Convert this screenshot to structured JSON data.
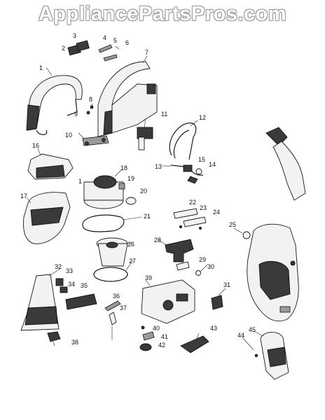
{
  "watermark": "AppliancePartsPros.com",
  "callouts": [
    {
      "label": "1"
    },
    {
      "label": "2"
    },
    {
      "label": "3"
    },
    {
      "label": "4"
    },
    {
      "label": "5"
    },
    {
      "label": "6"
    },
    {
      "label": "7"
    },
    {
      "label": "8"
    },
    {
      "label": "9"
    },
    {
      "label": "10"
    },
    {
      "label": "11"
    },
    {
      "label": "12"
    },
    {
      "label": "13"
    },
    {
      "label": "14"
    },
    {
      "label": "15"
    },
    {
      "label": "16"
    },
    {
      "label": "17"
    },
    {
      "label": "18"
    },
    {
      "label": "19"
    },
    {
      "label": "20"
    },
    {
      "label": "21"
    },
    {
      "label": "22"
    },
    {
      "label": "23"
    },
    {
      "label": "24"
    },
    {
      "label": "25"
    },
    {
      "label": "26"
    },
    {
      "label": "27"
    },
    {
      "label": "28"
    },
    {
      "label": "29"
    },
    {
      "label": "30"
    },
    {
      "label": "31"
    },
    {
      "label": "32"
    },
    {
      "label": "33"
    },
    {
      "label": "34"
    },
    {
      "label": "35"
    },
    {
      "label": "36"
    },
    {
      "label": "37"
    },
    {
      "label": "38"
    },
    {
      "label": "39"
    },
    {
      "label": "40"
    },
    {
      "label": "41"
    },
    {
      "label": "42"
    },
    {
      "label": "43"
    },
    {
      "label": "44"
    },
    {
      "label": "45"
    },
    {
      "label": "1"
    }
  ]
}
